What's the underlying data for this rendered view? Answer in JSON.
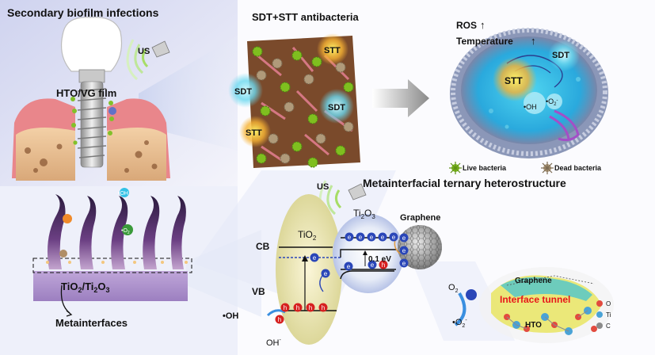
{
  "titles": {
    "secondary": "Secondary biofilm infections",
    "antibacteria": "SDT+STT antibacteria",
    "heterostructure": "Metainterfacial ternary heterostructure"
  },
  "implant": {
    "us": "US",
    "film": "HTO/VG film"
  },
  "biofilm": {
    "sdt1": "SDT",
    "sdt2": "SDT",
    "stt1": "STT",
    "stt2": "STT"
  },
  "cell": {
    "ros": "ROS",
    "temperature": "Temperature",
    "sdt": "SDT",
    "stt": "STT",
    "oh": "•OH",
    "o2": "•O",
    "o2_sup": "2",
    "o2_charge": "-"
  },
  "legend": {
    "live": "Live bacteria",
    "dead": "Dead bacteria"
  },
  "interface": {
    "oh": "•OH",
    "o2": "•O",
    "o2_sub": "2",
    "o2_sup": "-",
    "label_a": "TiO",
    "label_a_sub": "2",
    "label_sep": "/Ti",
    "label_b_sub": "2",
    "label_b": "O",
    "label_b_sub2": "3",
    "metainterfaces": "Metainterfaces"
  },
  "band": {
    "us": "US",
    "cb": "CB",
    "vb": "VB",
    "tio2": "TiO",
    "tio2_sub": "2",
    "ti2o3": "Ti",
    "ti2o3_sub": "2",
    "ti2o3_o": "O",
    "ti2o3_sub2": "3",
    "graphene": "Graphene",
    "ev": "0.1 eV",
    "electron": "e",
    "hole": "h",
    "oh_product": "•OH",
    "oh_ion": "OH",
    "oh_ion_sup": "-"
  },
  "tunnel": {
    "o2": "O",
    "o2_sub": "2",
    "superoxide": "•O",
    "superoxide_sub": "2",
    "superoxide_sup": "-",
    "graphene": "Graphene",
    "interface_tunnel": "Interface tunnel",
    "hto": "HTO",
    "legend_o": "O",
    "legend_ti": "Ti",
    "legend_c": "C"
  },
  "colors": {
    "electron": "#2a46b8",
    "hole": "#d62020",
    "live_bacteria": "#7fbf1f",
    "dead_bacteria": "#b09a7a",
    "tunnel_text": "#e8161a"
  }
}
